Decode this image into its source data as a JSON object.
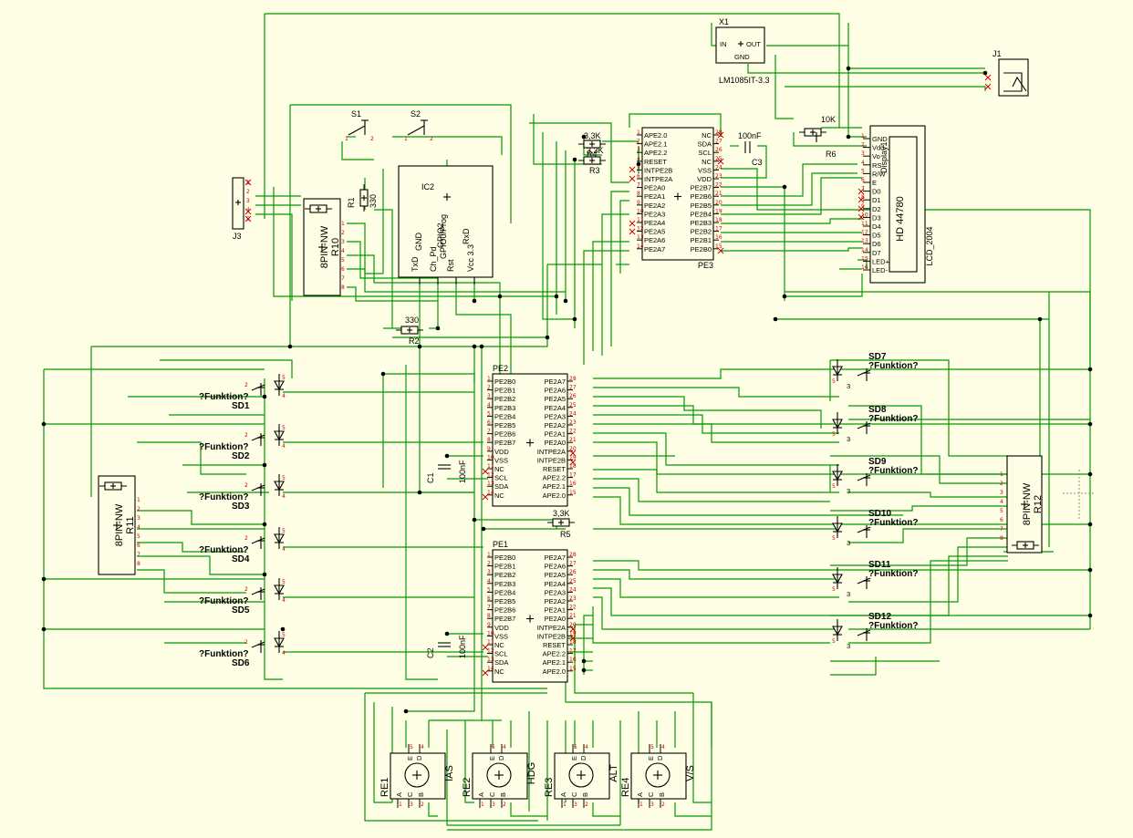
{
  "components": {
    "x1": {
      "ref": "X1",
      "in": "IN",
      "out": "OUT",
      "gnd": "GND",
      "value": "LM1085IT-3.3"
    },
    "j1": {
      "ref": "J1"
    },
    "j3": {
      "ref": "J3"
    },
    "s1": {
      "ref": "S1"
    },
    "s2": {
      "ref": "S2"
    },
    "r1": {
      "ref": "R1",
      "value": "330"
    },
    "r2": {
      "ref": "R2",
      "value": "330"
    },
    "r3": {
      "ref": "R3",
      "value": "3,3K"
    },
    "r4": {
      "ref": "R4",
      "value": "3,3K"
    },
    "r5": {
      "ref": "R5",
      "value": "3,3K"
    },
    "r6": {
      "ref": "R6",
      "value": "10K"
    },
    "c1": {
      "ref": "C1",
      "value": "100nF"
    },
    "c2": {
      "ref": "C2",
      "value": "100nF"
    },
    "c3": {
      "ref": "C3",
      "value": "100nF"
    },
    "ic2": {
      "ref": "IC2",
      "pins": [
        "TxD",
        "GND",
        "Ch_Pd",
        "GPIO2",
        "GPIO0/Prog",
        "Rst",
        "RxD",
        "Vcc 3.3"
      ]
    },
    "r10": {
      "ref": "R10",
      "type": "8PIN-NW"
    },
    "r11": {
      "ref": "R11",
      "type": "8PIN-NW"
    },
    "r12": {
      "ref": "R12",
      "type": "8PIN-NW"
    },
    "display": {
      "ref": "Display1",
      "model": "HD 44780",
      "name": "LCD_2004",
      "pins": [
        "GND",
        "Vdd",
        "Vo",
        "RS",
        "R/W",
        "E",
        "D0",
        "D1",
        "D2",
        "D3",
        "D4",
        "D5",
        "D6",
        "D7",
        "LED+",
        "LED-"
      ]
    },
    "pe3": {
      "ref": "PE3",
      "left": [
        "APE2.0",
        "APE2.1",
        "APE2.2",
        "RESET",
        "INTPE2B",
        "INTPE2A",
        "PE2A0",
        "PE2A1",
        "PE2A2",
        "PE2A3",
        "PE2A4",
        "PE2A5",
        "PE2A6",
        "PE2A7"
      ],
      "right": [
        "NC",
        "SDA",
        "SCL",
        "NC",
        "VSS",
        "VDD",
        "PE2B7",
        "PE2B6",
        "PE2B5",
        "PE2B4",
        "PE2B3",
        "PE2B2",
        "PE2B1",
        "PE2B0"
      ]
    },
    "pe2": {
      "ref": "PE2",
      "left": [
        "PE2B0",
        "PE2B1",
        "PE2B2",
        "PE2B3",
        "PE2B4",
        "PE2B5",
        "PE2B6",
        "PE2B7",
        "VDD",
        "VSS",
        "NC",
        "SCL",
        "SDA",
        "NC"
      ],
      "right": [
        "PE2A7",
        "PE2A6",
        "PE2A5",
        "PE2A4",
        "PE2A3",
        "PE2A2",
        "PE2A1",
        "PE2A0",
        "INTPE2A",
        "INTPE2B",
        "RESET",
        "APE2.2",
        "APE2.1",
        "APE2.0"
      ]
    },
    "pe1": {
      "ref": "PE1",
      "left": [
        "PE2B0",
        "PE2B1",
        "PE2B2",
        "PE2B3",
        "PE2B4",
        "PE2B5",
        "PE2B6",
        "PE2B7",
        "VDD",
        "VSS",
        "NC",
        "SCL",
        "SDA",
        "NC"
      ],
      "right": [
        "PE2A7",
        "PE2A6",
        "PE2A5",
        "PE2A4",
        "PE2A3",
        "PE2A2",
        "PE2A1",
        "PE2A0",
        "INTPE2A",
        "INTPE2B",
        "RESET",
        "APE2.2",
        "APE2.1",
        "APE2.0"
      ]
    },
    "switches_left": [
      {
        "ref": "SD1",
        "func": "?Funktion?"
      },
      {
        "ref": "SD2",
        "func": "?Funktion?"
      },
      {
        "ref": "SD3",
        "func": "?Funktion?"
      },
      {
        "ref": "SD4",
        "func": "?Funktion?"
      },
      {
        "ref": "SD5",
        "func": "?Funktion?"
      },
      {
        "ref": "SD6",
        "func": "?Funktion?"
      }
    ],
    "switches_right": [
      {
        "ref": "SD7",
        "func": "?Funktion?"
      },
      {
        "ref": "SD8",
        "func": "?Funktion?"
      },
      {
        "ref": "SD9",
        "func": "?Funktion?"
      },
      {
        "ref": "SD10",
        "func": "?Funktion?"
      },
      {
        "ref": "SD11",
        "func": "?Funktion?"
      },
      {
        "ref": "SD12",
        "func": "?Funktion?"
      }
    ],
    "encoders": [
      {
        "ref": "RE1",
        "label": "IAS"
      },
      {
        "ref": "RE2",
        "label": "HDG"
      },
      {
        "ref": "RE3",
        "label": "ALT"
      },
      {
        "ref": "RE4",
        "label": "V/S"
      }
    ],
    "encoder_pins": {
      "a": "A",
      "b": "B",
      "c": "C",
      "d": "D",
      "e": "E"
    }
  }
}
